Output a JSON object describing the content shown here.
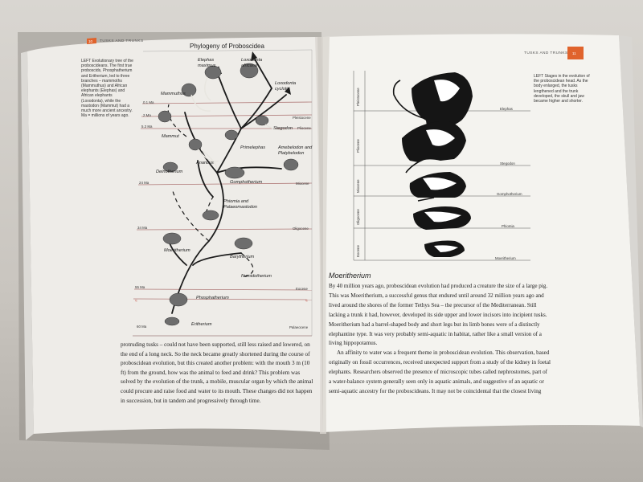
{
  "left_page": {
    "header": "TUSKS AND TRUNKS",
    "page_number": "10",
    "figure_title": "Phylogeny of Proboscidea",
    "caption": "LEFT Evolutionary tree of the proboscideans. The first true proboscids, Phosphatherium and Eritherium, led to three branches – mammoths (Mammuthus) and African elephants (Elephas) and African elephants (Loxodonta), while the mastodon (Mammut) had a much more ancient ancestry. Ma = millions of years ago.",
    "time_labels": [
      "0.1 Ma",
      "2 Ma",
      "5.3 Ma",
      "24 Ma",
      "34 Ma",
      "55 Ma",
      "60 Ma"
    ],
    "epoch_labels": [
      "Pleistocene",
      "Pliocene",
      "Miocene",
      "Oligocene",
      "Eocene",
      "Palaeocene"
    ],
    "taxa": [
      "Elephas maximus",
      "Loxodonta africana",
      "Loxodonta cyclotis",
      "Mammuthus",
      "Mammut",
      "Stegodon",
      "Primelephas",
      "Anancus",
      "Amebelodon and Platybelodon",
      "Deinotherium",
      "Gomphotherium",
      "Phiomia and Palaeomastodon",
      "Moeritherium",
      "Barytherium",
      "Numidotherium",
      "Phosphatherium",
      "Eritherium"
    ],
    "body_text": "protruding tusks – could not have been supported, still less raised and lowered, on the end of a long neck. So the neck became greatly shortened during the course of proboscidean evolution, but this created another problem: with the mouth 3 m (10 ft) from the ground, how was the animal to feed and drink? This problem was solved by the evolution of the trunk, a mobile, muscular organ by which the animal could procure and raise food and water to its mouth. These changes did not happen in succession, but in tandem and progressively through time."
  },
  "right_page": {
    "header": "TUSKS AND TRUNKS",
    "page_number": "11",
    "caption": "LEFT Stages in the evolution of the proboscidean head. As the body enlarged, the tusks lengthened and the trunk developed, the skull and jaw became higher and shorter.",
    "epoch_labels": [
      "Pleistocene",
      "Pliocene",
      "Miocene",
      "Oligocene",
      "Eocene"
    ],
    "skull_labels": [
      "Elephas",
      "Stegodon",
      "Gomphotherium",
      "Phiomia",
      "Moeritherium"
    ],
    "section_title": "Moeritherium",
    "paragraph1": "By 40 million years ago, proboscidean evolution had produced a creature the size of a large pig. This was Moeritherium, a successful genus that endured until around 32 million years ago and lived around the shores of the former Tethys Sea – the precursor of the Mediterranean. Still lacking a trunk it had, however, developed its side upper and lower incisors into incipient tusks. Moeritherium had a barrel-shaped body and short legs but its limb bones were of a distinctly elephantine type. It was very probably semi-aquatic in habitat, rather like a small version of a living hippopotamus.",
    "paragraph2": "An affinity to water was a frequent theme in proboscidean evolution. This observation, based originally on fossil occurrences, received unexpected support from a study of the kidney in foetal elephants. Researchers observed the presence of microscopic tubes called nephrostomes, part of a water-balance system generally seen only in aquatic animals, and suggestive of an aquatic or semi-aquatic ancestry for the proboscideans. It may not be coincidental that the closest living"
  },
  "colors": {
    "accent": "#e0632c",
    "band": "#b07a78",
    "ink": "#1c1c1c",
    "paper": "#f2f0ec"
  }
}
